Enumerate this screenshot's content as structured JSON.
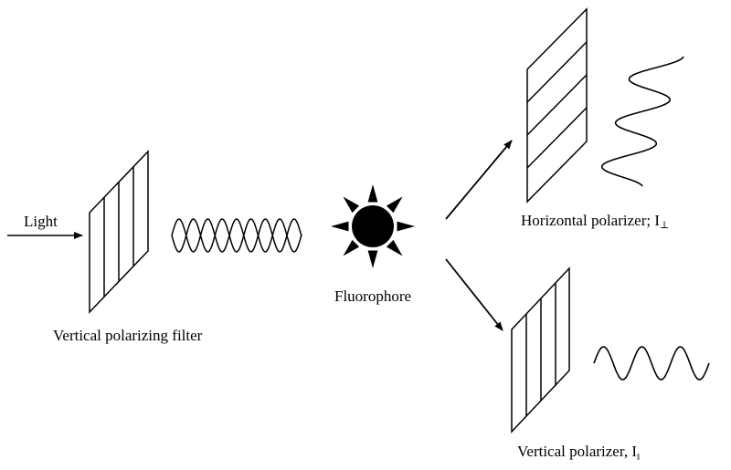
{
  "labels": {
    "light": "Light",
    "vertical_filter": "Vertical polarizing filter",
    "fluorophore": "Fluorophore",
    "horizontal_polarizer_prefix": "Horizontal polarizer; I",
    "horizontal_polarizer_symbol": "⊥",
    "vertical_polarizer_prefix": "Vertical polarizer, I",
    "vertical_polarizer_symbol": "‖"
  },
  "colors": {
    "stroke": "#000000",
    "background": "#ffffff"
  },
  "icons": {
    "fluorophore": "sun-burst-icon"
  }
}
